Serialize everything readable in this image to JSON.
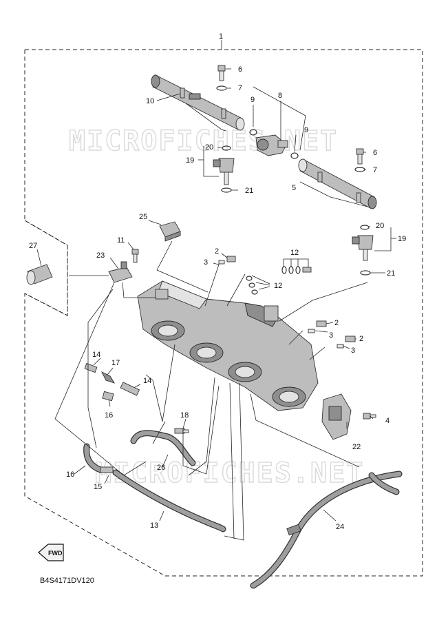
{
  "diagram": {
    "code": "B4S4171DV120",
    "watermark": "MICROFICHES.NET",
    "fwd_label": "FWD",
    "labels": [
      {
        "id": "l1",
        "text": "1"
      },
      {
        "id": "l6a",
        "text": "6"
      },
      {
        "id": "l7a",
        "text": "7"
      },
      {
        "id": "l10",
        "text": "10"
      },
      {
        "id": "l8",
        "text": "8"
      },
      {
        "id": "l9a",
        "text": "9"
      },
      {
        "id": "l9b",
        "text": "9"
      },
      {
        "id": "l6b",
        "text": "6"
      },
      {
        "id": "l7b",
        "text": "7"
      },
      {
        "id": "l20a",
        "text": "20"
      },
      {
        "id": "l19a",
        "text": "19"
      },
      {
        "id": "l21a",
        "text": "21"
      },
      {
        "id": "l5",
        "text": "5"
      },
      {
        "id": "l20b",
        "text": "20"
      },
      {
        "id": "l19b",
        "text": "19"
      },
      {
        "id": "l21b",
        "text": "21"
      },
      {
        "id": "l25",
        "text": "25"
      },
      {
        "id": "l27",
        "text": "27"
      },
      {
        "id": "l11",
        "text": "11"
      },
      {
        "id": "l23",
        "text": "23"
      },
      {
        "id": "l2a",
        "text": "2"
      },
      {
        "id": "l3a",
        "text": "3"
      },
      {
        "id": "l12a",
        "text": "12"
      },
      {
        "id": "l12b",
        "text": "12"
      },
      {
        "id": "l2b",
        "text": "2"
      },
      {
        "id": "l3b",
        "text": "3"
      },
      {
        "id": "l2c",
        "text": "2"
      },
      {
        "id": "l3c",
        "text": "3"
      },
      {
        "id": "l14a",
        "text": "14"
      },
      {
        "id": "l17",
        "text": "17"
      },
      {
        "id": "l14b",
        "text": "14"
      },
      {
        "id": "l16a",
        "text": "16"
      },
      {
        "id": "l18",
        "text": "18"
      },
      {
        "id": "l4",
        "text": "4"
      },
      {
        "id": "l22",
        "text": "22"
      },
      {
        "id": "l26",
        "text": "26"
      },
      {
        "id": "l16b",
        "text": "16"
      },
      {
        "id": "l15",
        "text": "15"
      },
      {
        "id": "l13",
        "text": "13"
      },
      {
        "id": "l24",
        "text": "24"
      }
    ]
  }
}
